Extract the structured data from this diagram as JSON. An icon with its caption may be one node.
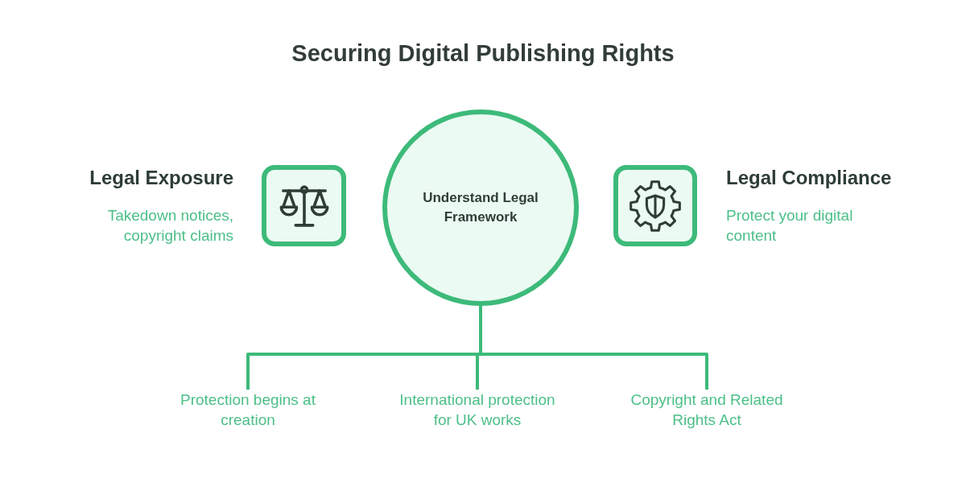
{
  "diagram": {
    "title": "Securing Digital Publishing Rights",
    "nodes": [
      {
        "text": [
          "Legal Exposure",
          "Takedown notices, copyright claims"
        ]
      },
      {
        "text": [
          "Understand Legal Framework"
        ]
      },
      {
        "text": [
          "Legal Compliance",
          "Protect your digital content"
        ]
      },
      {
        "text": [
          "Protection begins at creation"
        ]
      },
      {
        "text": [
          "International protection for UK works"
        ]
      },
      {
        "text": [
          "Copyright and Related Rights Act"
        ]
      }
    ],
    "edges": [
      {
        "from": 1,
        "to": 3,
        "arrow": "none"
      },
      {
        "from": 1,
        "to": 4,
        "arrow": "none"
      },
      {
        "from": 1,
        "to": 5,
        "arrow": "none"
      }
    ]
  }
}
